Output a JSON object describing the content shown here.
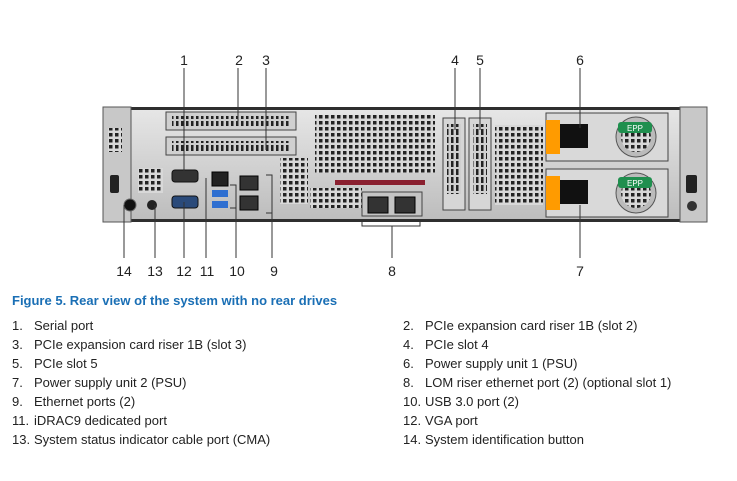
{
  "callouts": {
    "top": [
      "1",
      "2",
      "3",
      "4",
      "5",
      "6"
    ],
    "bottom": [
      "14",
      "13",
      "12",
      "11",
      "10",
      "9",
      "8",
      "7"
    ]
  },
  "psu_labels": [
    "EPP",
    "EPP"
  ],
  "caption": "Figure 5. Rear view of the system with no rear drives",
  "legend": [
    {
      "num": "1.",
      "text": "Serial port"
    },
    {
      "num": "2.",
      "text": "PCIe expansion card riser 1B (slot 2)"
    },
    {
      "num": "3.",
      "text": "PCIe expansion card riser 1B (slot 3)"
    },
    {
      "num": "4.",
      "text": "PCIe slot 4"
    },
    {
      "num": "5.",
      "text": "PCIe slot 5"
    },
    {
      "num": "6.",
      "text": "Power supply unit 1 (PSU)"
    },
    {
      "num": "7.",
      "text": "Power supply unit 2 (PSU)"
    },
    {
      "num": "8.",
      "text": "LOM riser ethernet port (2) (optional slot 1)"
    },
    {
      "num": "9.",
      "text": "Ethernet ports (2)"
    },
    {
      "num": "10.",
      "text": "USB 3.0 port (2)"
    },
    {
      "num": "11.",
      "text": "iDRAC9 dedicated port"
    },
    {
      "num": "12.",
      "text": "VGA port"
    },
    {
      "num": "13.",
      "text": "System status indicator cable port (CMA)"
    },
    {
      "num": "14.",
      "text": "System identification button"
    }
  ],
  "colors": {
    "caption": "#1a6fb5",
    "chassis": "#3a3a3a",
    "psu_handle": "#ff9b00",
    "psu_badge": "#1f8f4e"
  }
}
